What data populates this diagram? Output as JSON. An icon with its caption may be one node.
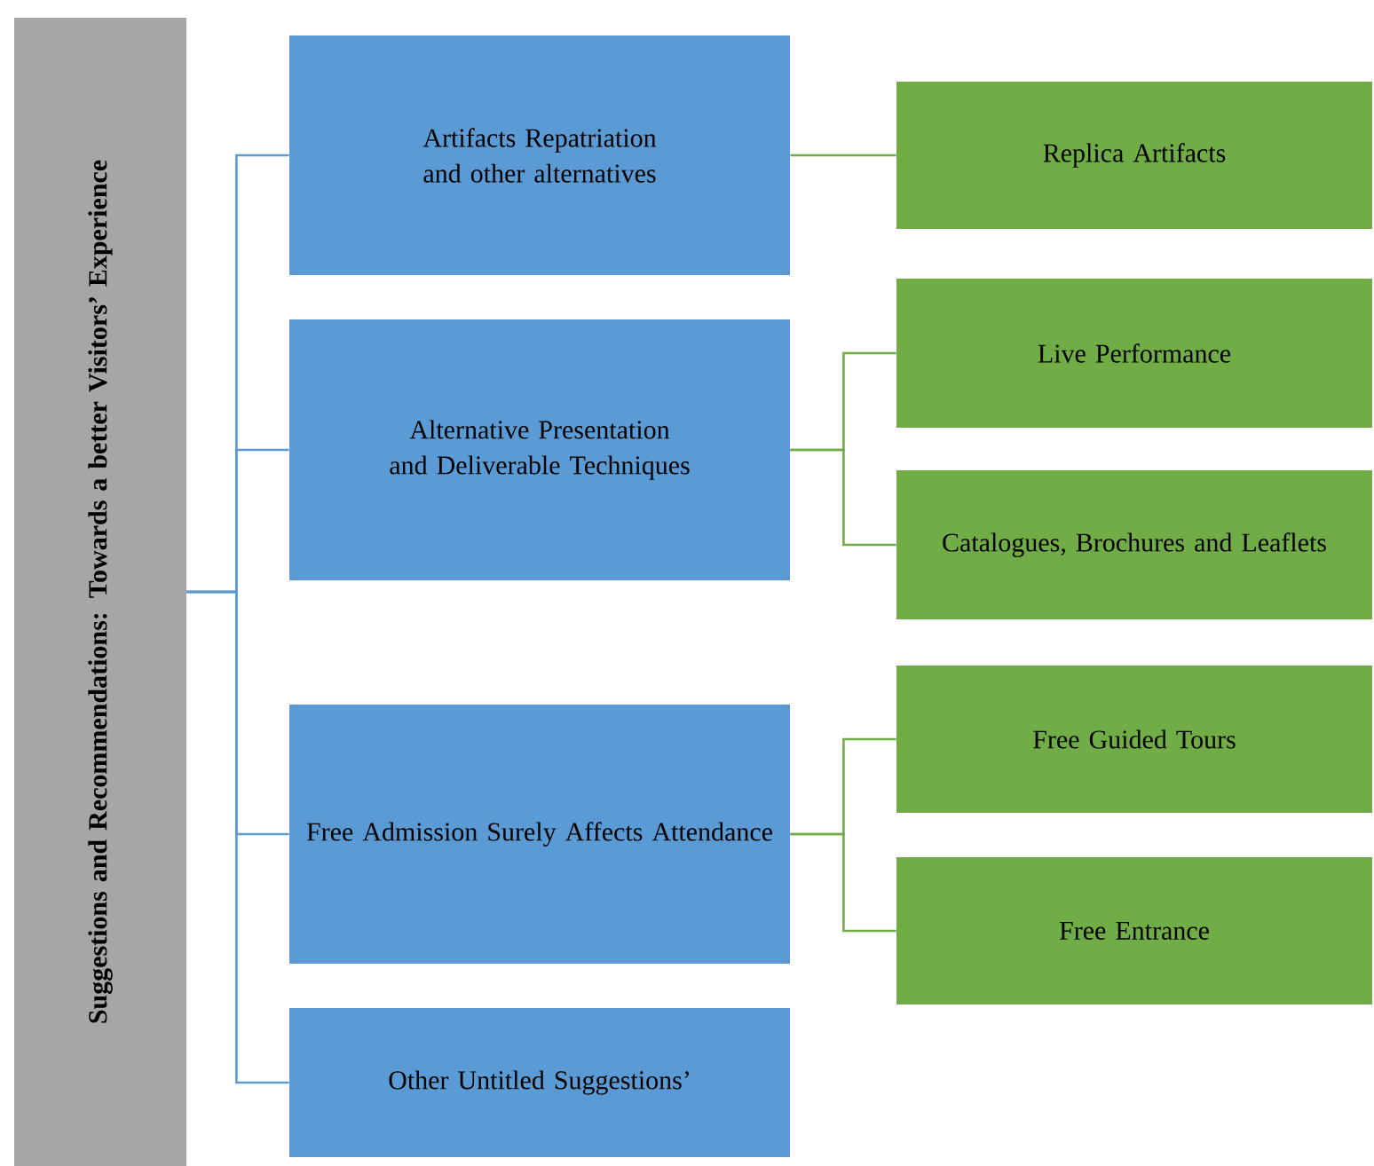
{
  "diagram": {
    "nodes": [
      {
        "text": [
          "Suggestions and Recommendations: Towards a better Visitors’ Experience"
        ]
      },
      {
        "text": [
          "Artifacts Repatriation and other alternatives"
        ]
      },
      {
        "text": [
          "Replica Artifacts"
        ]
      },
      {
        "text": [
          "Alternative Presentation and Deliverable Techniques"
        ]
      },
      {
        "text": [
          "Live Performance"
        ]
      },
      {
        "text": [
          "Catalogues, Brochures and Leaflets"
        ]
      },
      {
        "text": [
          "Free Admission Surely Affects Attendance"
        ]
      },
      {
        "text": [
          "Free Guided Tours"
        ]
      },
      {
        "text": [
          "Free Entrance"
        ]
      },
      {
        "text": [
          "Other Untitled Suggestions’"
        ]
      }
    ],
    "edges": [
      {
        "from": 0,
        "to": 1,
        "arrow": "none",
        "color": "#5b9bd5"
      },
      {
        "from": 0,
        "to": 3,
        "arrow": "none",
        "color": "#5b9bd5"
      },
      {
        "from": 0,
        "to": 6,
        "arrow": "none",
        "color": "#5b9bd5"
      },
      {
        "from": 0,
        "to": 9,
        "arrow": "none",
        "color": "#5b9bd5"
      },
      {
        "from": 1,
        "to": 2,
        "arrow": "none"
      },
      {
        "from": 3,
        "to": 4,
        "arrow": "none"
      },
      {
        "from": 3,
        "to": 5,
        "arrow": "none"
      },
      {
        "from": 6,
        "to": 7,
        "arrow": "none"
      },
      {
        "from": 6,
        "to": 8,
        "arrow": "none"
      }
    ]
  }
}
